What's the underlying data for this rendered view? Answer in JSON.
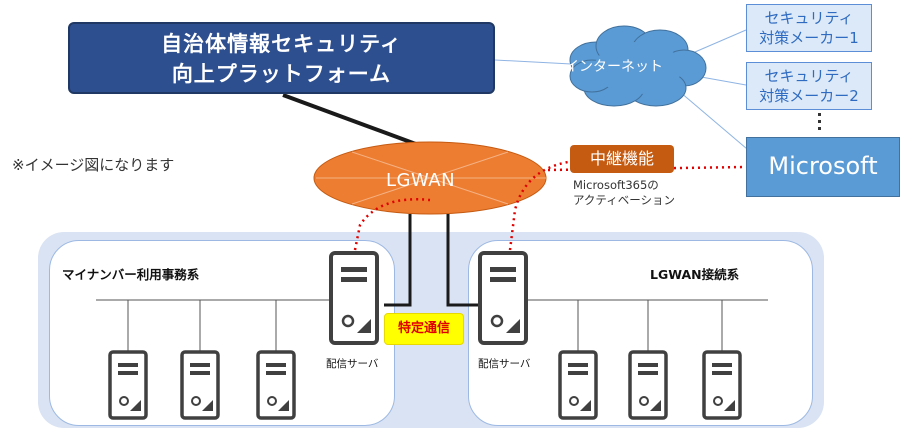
{
  "platform": {
    "line1": "自治体情報セキュリティ",
    "line2": "向上プラットフォーム"
  },
  "note": "※イメージ図になります",
  "internet": {
    "label": "インターネット"
  },
  "vendors": [
    {
      "line1": "セキュリティ",
      "line2": "対策メーカー1"
    },
    {
      "line1": "セキュリティ",
      "line2": "対策メーカー2"
    }
  ],
  "vendor_ellipsis": "⋮",
  "microsoft": {
    "label": "Microsoft"
  },
  "relay": {
    "label": "中継機能",
    "sub1": "Microsoft365の",
    "sub2": "アクティベーション"
  },
  "lgwan": {
    "label": "LGWAN"
  },
  "zones": {
    "left": {
      "label": "マイナンバー利用事務系",
      "server_label": "配信サーバ"
    },
    "right": {
      "label": "LGWAN接続系",
      "server_label": "配信サーバ"
    }
  },
  "special_link": {
    "label": "特定通信"
  },
  "colors": {
    "platform": "#2e4f8f",
    "cloud": "#5b9bd5",
    "lgwan_ellipse": "#ed7d31",
    "relay": "#c55a11",
    "dotted_line": "#e00000",
    "special": "#ffff00",
    "zone_bg": "#dae3f3"
  }
}
